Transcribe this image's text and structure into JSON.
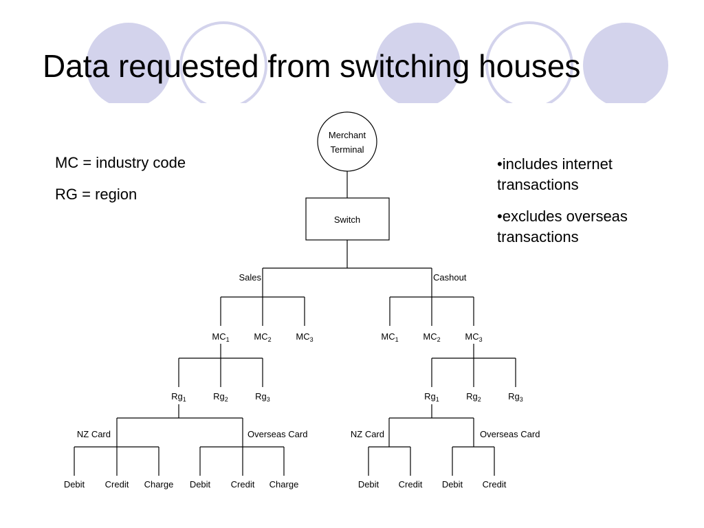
{
  "slide": {
    "title": "Data requested from switching houses",
    "legend": [
      "MC = industry code",
      "RG = region"
    ],
    "notes": [
      "•includes internet transactions",
      "•excludes overseas transactions"
    ]
  },
  "decoration": {
    "circle_fill": "#d3d3ec",
    "circle_outline": "#d3d3ec"
  },
  "tree": {
    "root": {
      "line1": "Merchant",
      "line2": "Terminal"
    },
    "switch": "Switch",
    "branches": [
      "Sales",
      "Cashout"
    ],
    "mc_prefix": "MC",
    "rg_prefix": "Rg",
    "subscripts": [
      "1",
      "2",
      "3"
    ],
    "card_types": [
      "NZ Card",
      "Overseas Card"
    ],
    "products": [
      "Debit",
      "Credit",
      "Charge"
    ]
  }
}
